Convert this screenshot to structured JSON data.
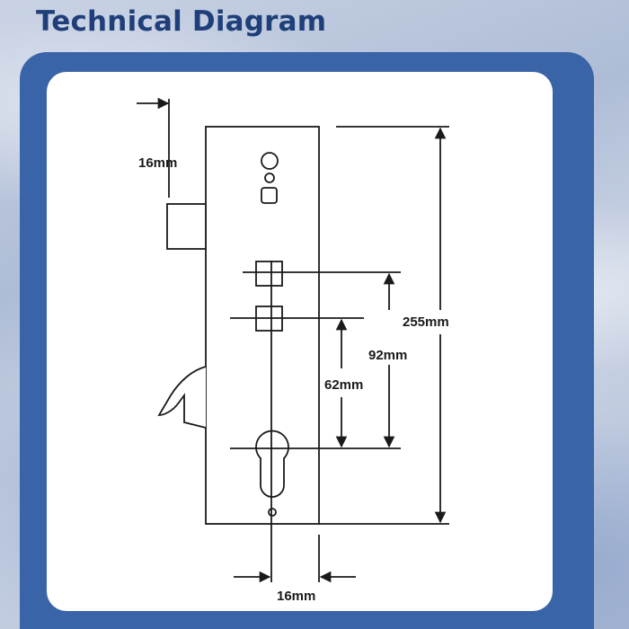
{
  "title": "Technical Diagram",
  "dimensions": {
    "faceplate_width_top": "16mm",
    "faceplate_width_bottom": "16mm",
    "overall_height": "255mm",
    "centre_92": "92mm",
    "centre_62": "62mm"
  },
  "colors": {
    "title": "#1f3f7a",
    "frame": "#3a64a8",
    "panel": "#ffffff",
    "line": "#1a1a1a"
  }
}
